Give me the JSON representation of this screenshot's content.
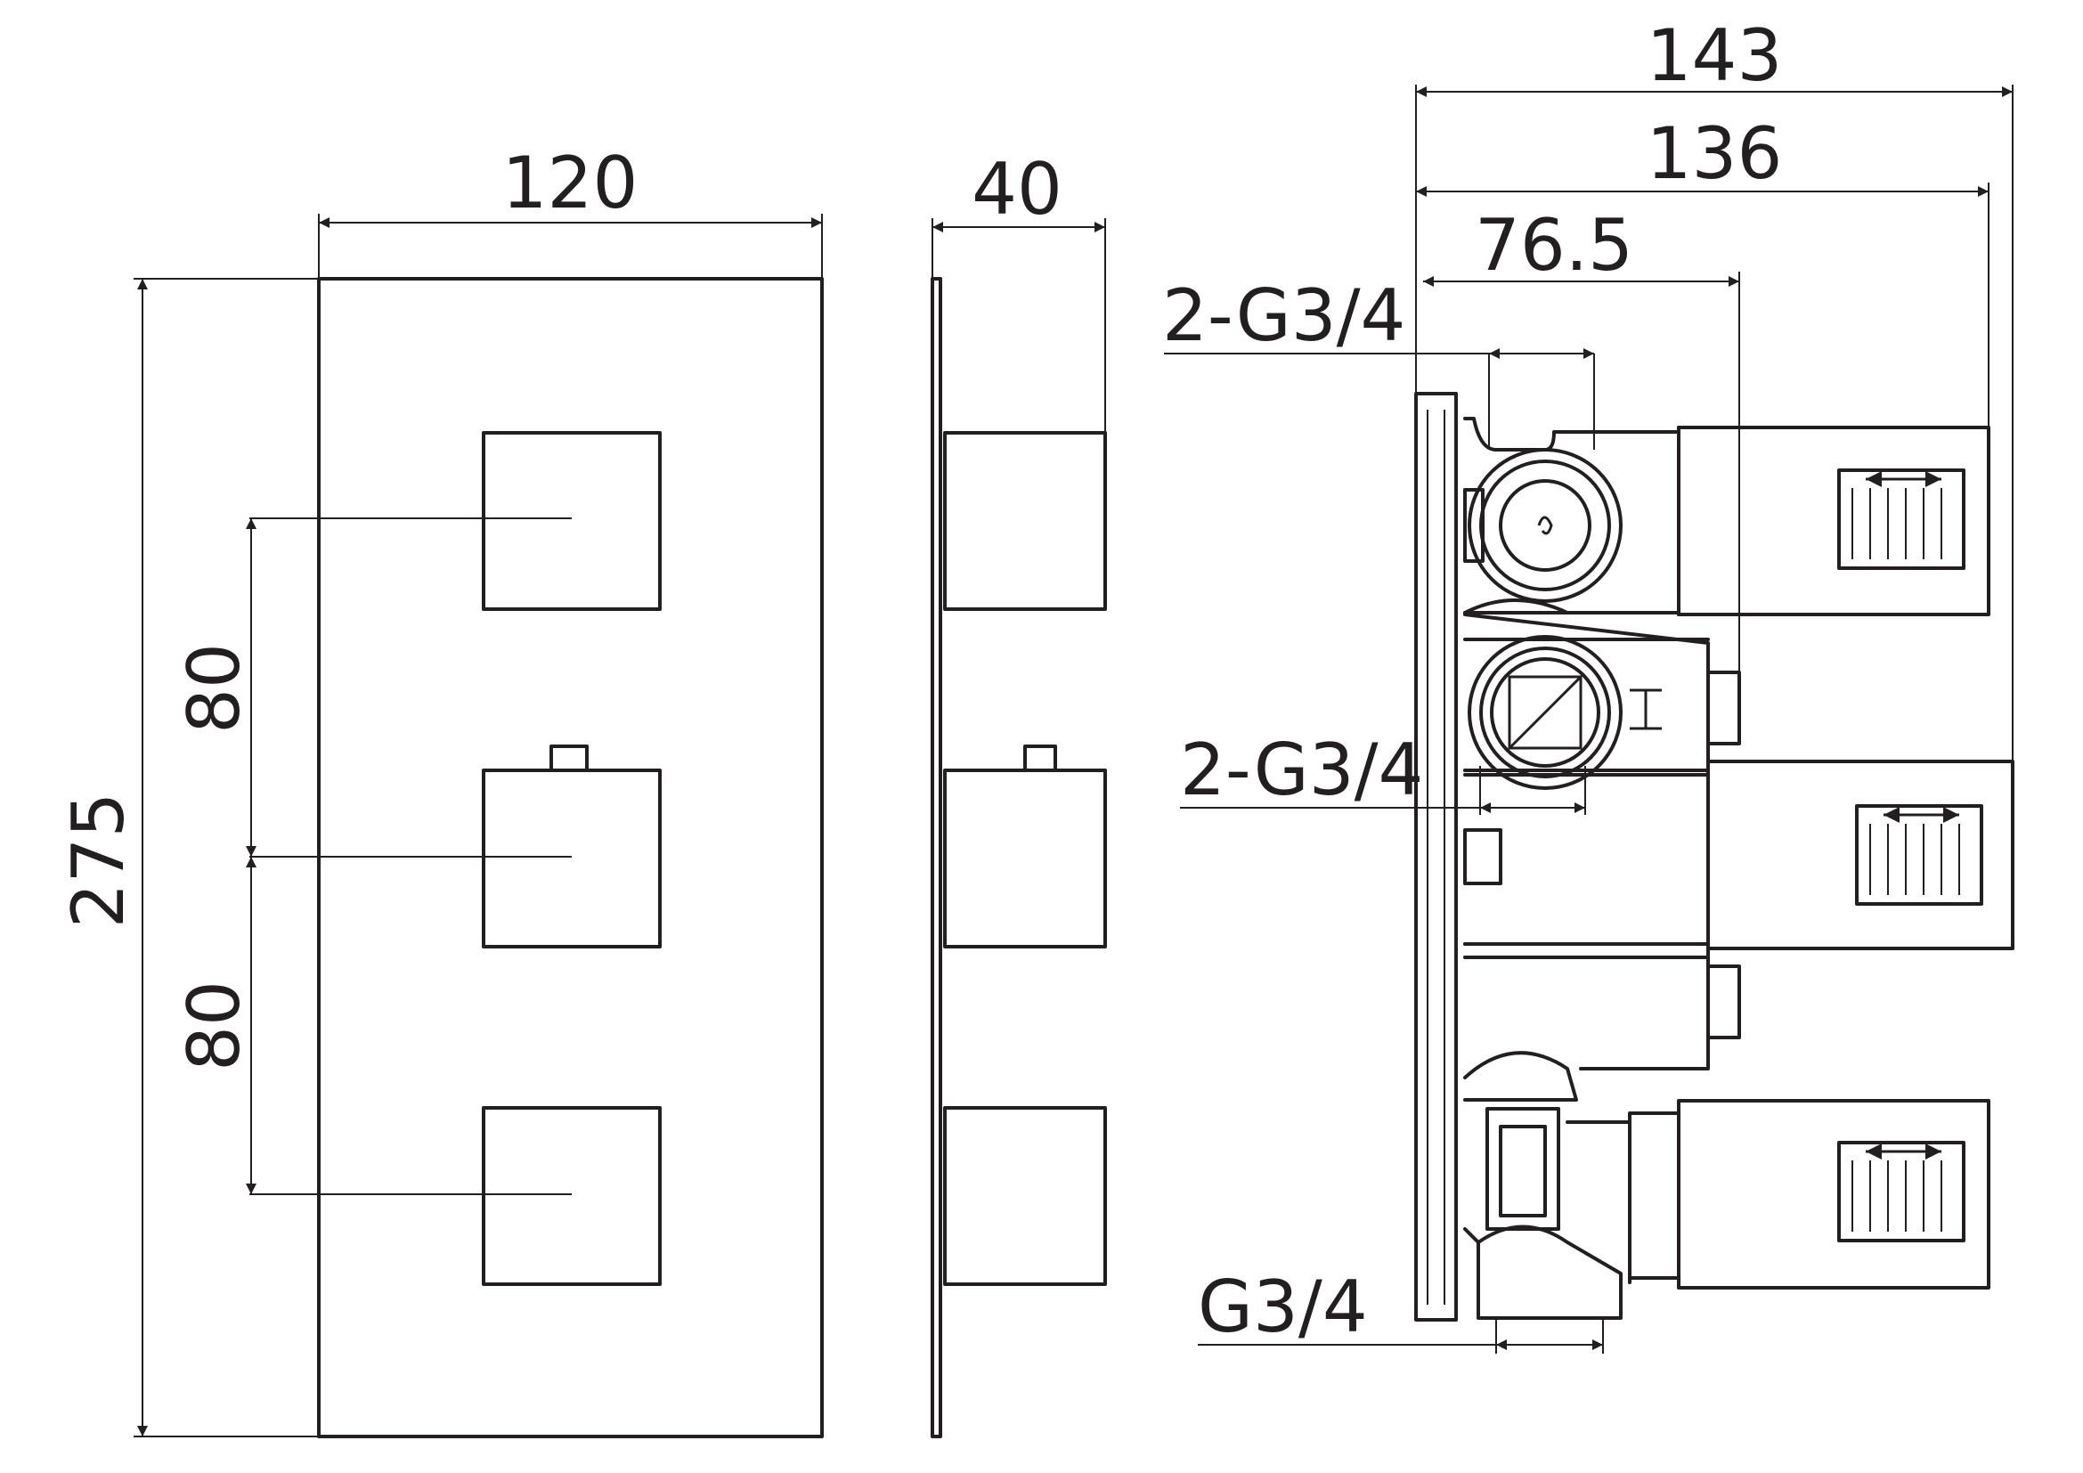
{
  "dimensions": {
    "front_width": "120",
    "front_height": "275",
    "spacing_upper": "80",
    "spacing_lower": "80",
    "side_depth": "40",
    "body_total": "143",
    "body_handles": "136",
    "body_outlet": "76.5",
    "top_connection": "2-G3/4",
    "middle_connection": "2-G3/4",
    "bottom_connection": "G3/4"
  },
  "colors": {
    "line": "#231f20",
    "background": "#ffffff"
  }
}
